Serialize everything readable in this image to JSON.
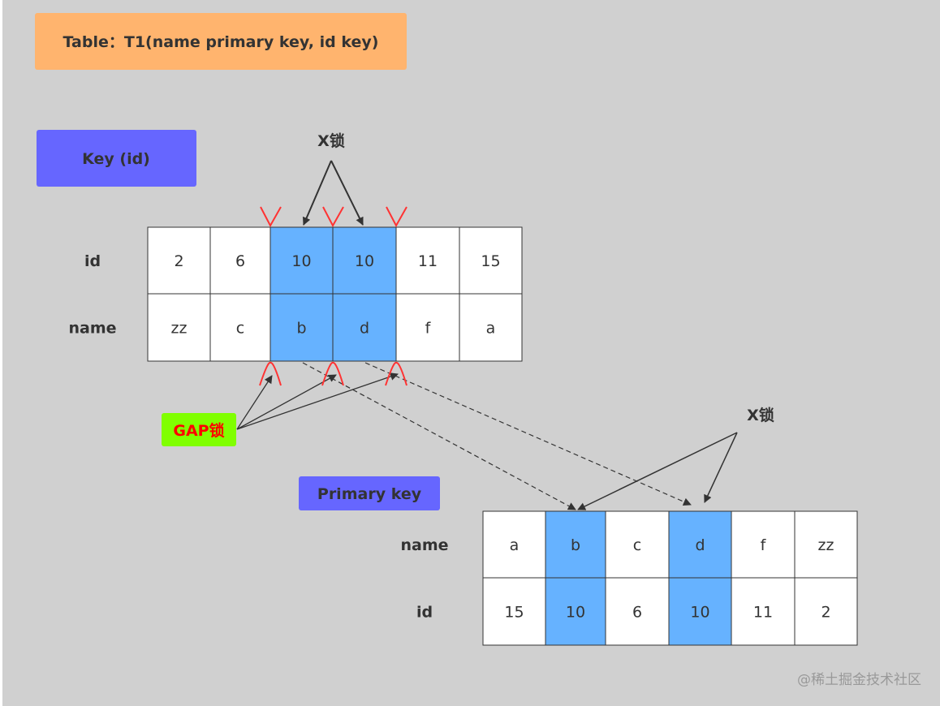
{
  "title": "Table：T1(name  primary  key, id   key)",
  "key_label": "Key  (id)",
  "primary_label": "Primary key",
  "xlock_label": "X锁",
  "gap_label": "GAP锁",
  "watermark": "@稀土掘金技术社区",
  "colors": {
    "bg": "#d0d0d0",
    "title": "#ffb46e",
    "key": "#6666ff",
    "highlight": "#66b2ff",
    "gap": "#80ff00",
    "gap_text": "#ff0000",
    "mark": "#ff3333"
  },
  "secondary_index": {
    "row_labels": [
      "id",
      "name"
    ],
    "rows": [
      [
        "2",
        "6",
        "10",
        "10",
        "11",
        "15"
      ],
      [
        "zz",
        "c",
        "b",
        "d",
        "f",
        "a"
      ]
    ],
    "highlighted_columns": [
      2,
      3
    ]
  },
  "primary_index": {
    "row_labels": [
      "name",
      "id"
    ],
    "rows": [
      [
        "a",
        "b",
        "c",
        "d",
        "f",
        "zz"
      ],
      [
        "15",
        "10",
        "6",
        "10",
        "11",
        "2"
      ]
    ],
    "highlighted_columns": [
      1,
      3
    ]
  }
}
